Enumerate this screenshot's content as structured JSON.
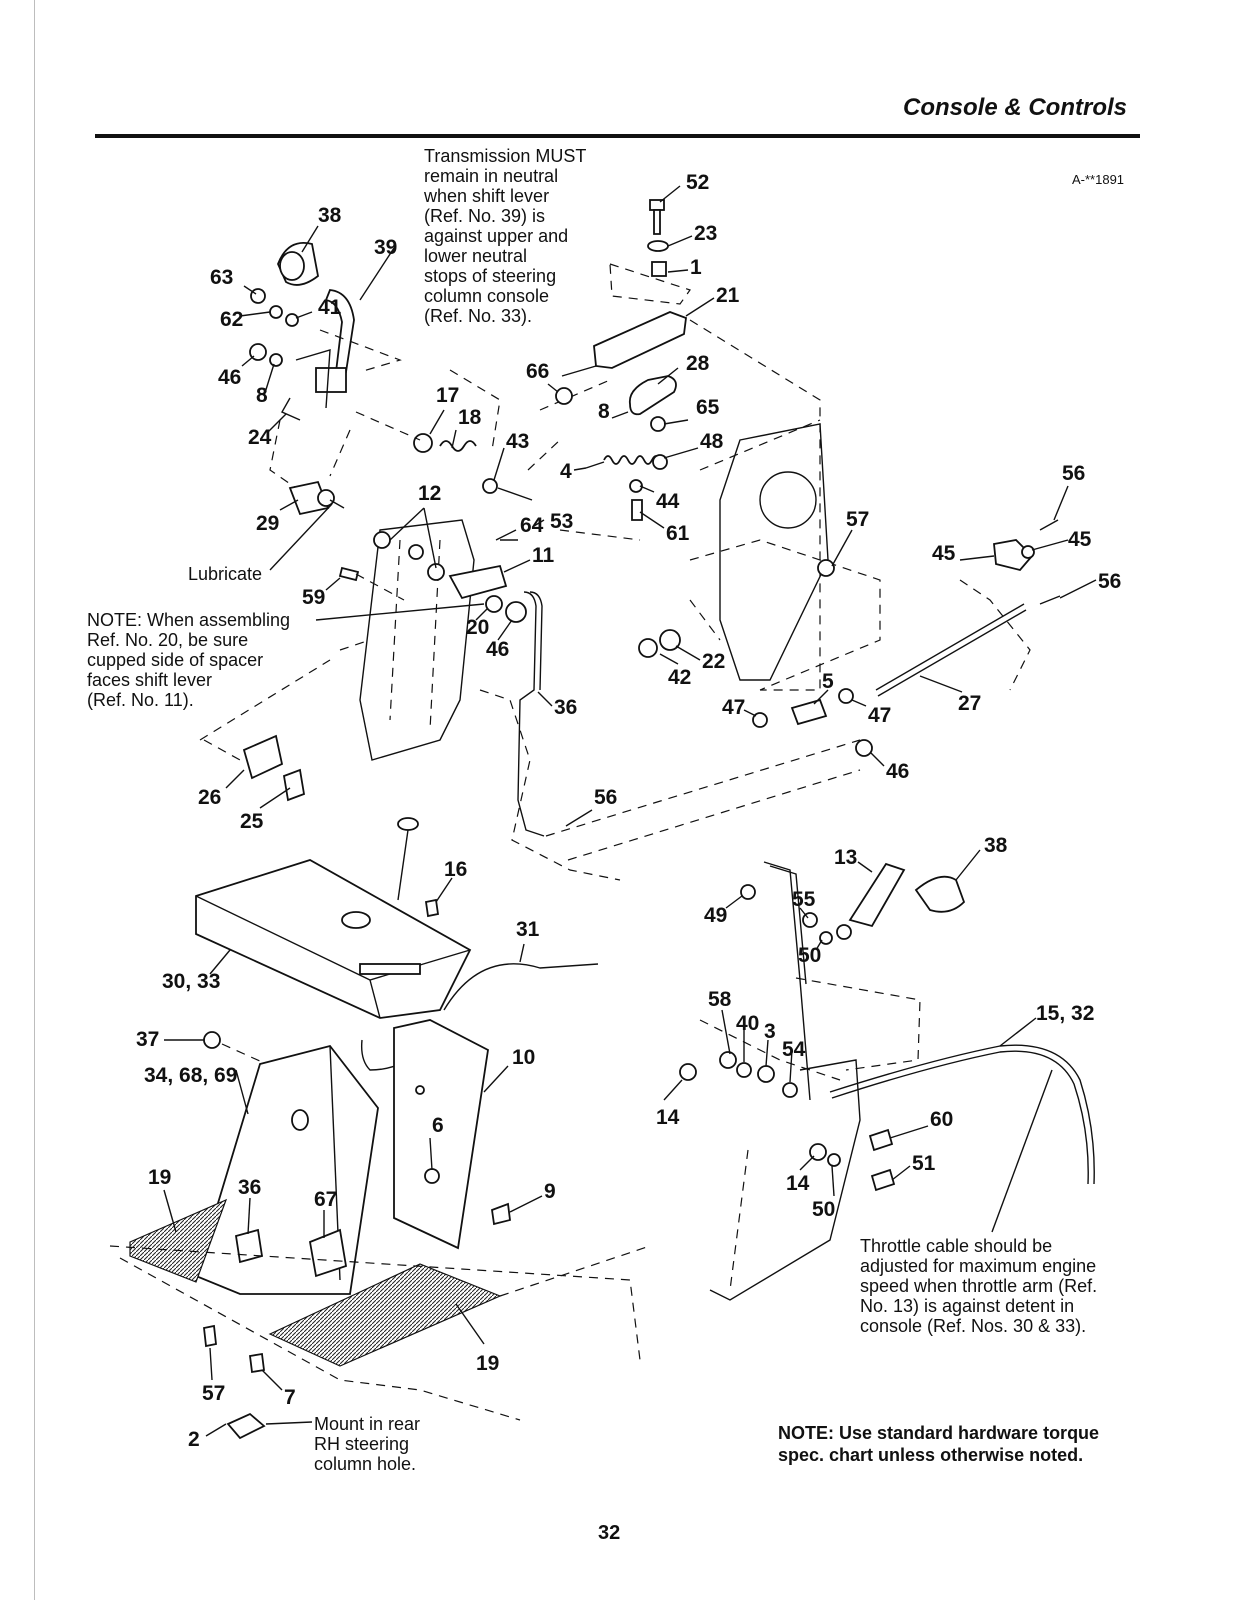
{
  "header": {
    "title": "Console & Controls",
    "diagram_code": "A-**1891"
  },
  "notes": {
    "transmission_lines": [
      "Transmission MUST",
      "remain in neutral",
      "when shift lever",
      "(Ref. No. 39) is",
      "against upper and",
      "lower neutral",
      "stops of steering",
      "column console",
      "(Ref. No. 33)."
    ],
    "lubricate": "Lubricate",
    "spacer_lines": [
      "NOTE: When assembling",
      "Ref. No. 20, be sure",
      "cupped side of spacer",
      "faces shift lever",
      "(Ref. No. 11)."
    ],
    "throttle_lines": [
      "Throttle cable should be",
      "adjusted for maximum engine",
      "speed when throttle arm (Ref.",
      "No. 13) is against detent in",
      "console (Ref. Nos. 30 & 33)."
    ],
    "mount_lines": [
      "Mount in rear",
      "RH steering",
      "column hole."
    ],
    "torque_lines": [
      "NOTE: Use standard hardware torque",
      "spec. chart unless otherwise noted."
    ]
  },
  "callouts": [
    "52",
    "23",
    "1",
    "21",
    "38",
    "39",
    "63",
    "41",
    "62",
    "46",
    "8",
    "24",
    "66",
    "28",
    "8",
    "65",
    "17",
    "18",
    "43",
    "48",
    "4",
    "44",
    "61",
    "56",
    "45",
    "45",
    "56",
    "57",
    "12",
    "29",
    "53",
    "64",
    "11",
    "59",
    "20",
    "46",
    "42",
    "22",
    "5",
    "47",
    "47",
    "27",
    "36",
    "46",
    "26",
    "25",
    "56",
    "16",
    "13",
    "38",
    "49",
    "55",
    "50",
    "31",
    "30, 33",
    "58",
    "40",
    "3",
    "54",
    "15, 32",
    "37",
    "10",
    "34, 68, 69",
    "14",
    "60",
    "6",
    "19",
    "36",
    "67",
    "9",
    "14",
    "51",
    "50",
    "19",
    "57",
    "7",
    "2"
  ],
  "page_number": "32"
}
